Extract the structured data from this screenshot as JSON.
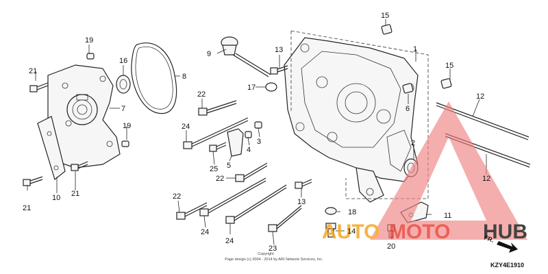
{
  "diagram": {
    "part_numbers": [
      "1",
      "2",
      "3",
      "4",
      "5",
      "6",
      "7",
      "8",
      "9",
      "10",
      "11",
      "12",
      "13",
      "14",
      "15",
      "16",
      "17",
      "18",
      "19",
      "20",
      "21",
      "22",
      "23",
      "24",
      "25"
    ],
    "figure_code": "KZY4E1910",
    "direction_label": "FR.",
    "copyright_line1": "Copyright",
    "copyright_line2": "Page design (c) 2004 - 2014 by ARI Network Services, Inc."
  },
  "watermark": {
    "text_auto": "AUTO",
    "text_moto": "MOTO",
    "text_hub": "HUB",
    "colors": {
      "triangle": "#f08080",
      "auto": "#f5a623",
      "moto": "#e8463c",
      "hub": "#222222"
    }
  }
}
